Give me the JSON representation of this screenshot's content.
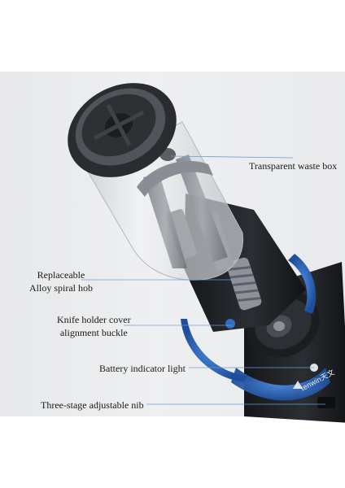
{
  "labels": {
    "waste_box": "Transparent waste box",
    "hob_line1": "Replaceable",
    "hob_line2": "Alloy spiral hob",
    "knife_line1": "Knife holder cover",
    "knife_line2": "alignment buckle",
    "battery": "Battery indicator light",
    "nib": "Three-stage adjustable nib"
  },
  "brand": {
    "name": "tenwin天文"
  },
  "colors": {
    "background_band": "#ebecee",
    "body_dark": "#1e2023",
    "accent_blue": "#2f6fc4",
    "leader_line": "#6e9bd6"
  }
}
